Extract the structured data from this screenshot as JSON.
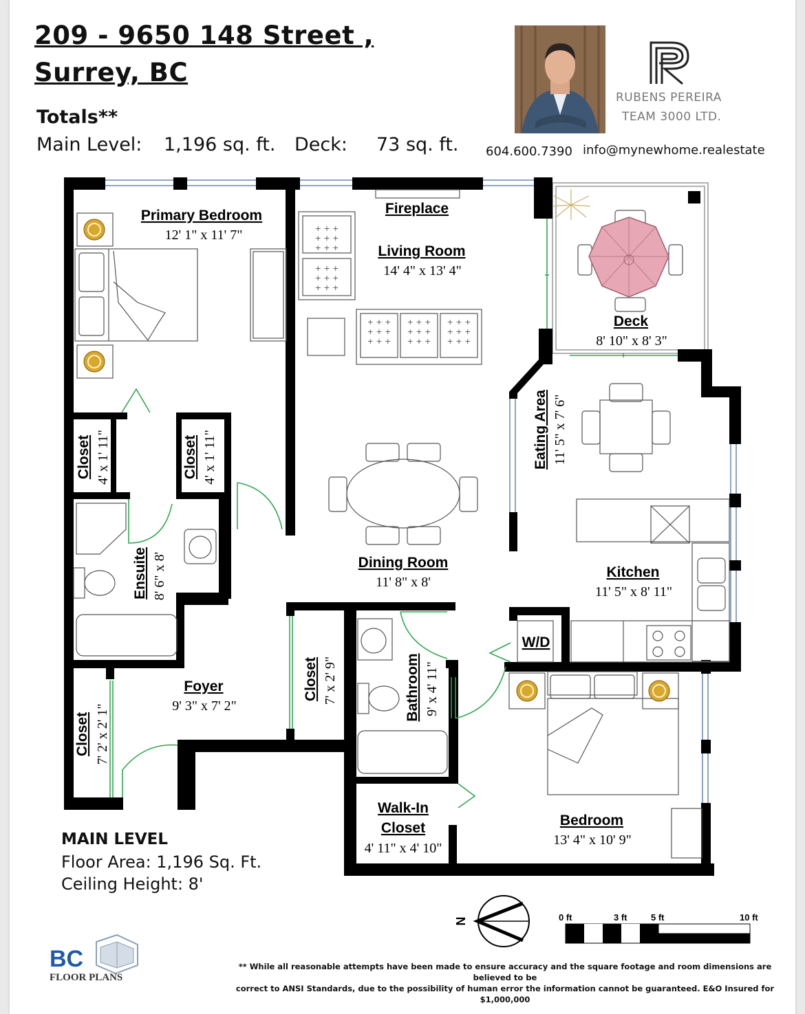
{
  "header": {
    "address_line1": "209 - 9650 148 Street ,",
    "address_line2": "Surrey, BC",
    "totals_label": "Totals**",
    "main_level_label": "Main Level:",
    "main_level_value": "1,196 sq. ft.",
    "deck_label": "Deck:",
    "deck_value": "73 sq. ft."
  },
  "agent": {
    "logo_icon": "r-monogram-icon",
    "name": "RUBENS PEREIRA",
    "company": "TEAM 3000 LTD.",
    "phone": "604.600.7390",
    "email": "info@mynewhome.realestate"
  },
  "rooms": {
    "fireplace": {
      "name": "Fireplace"
    },
    "primary_bedroom": {
      "name": "Primary Bedroom",
      "dims": "12' 1\" x 11' 7\""
    },
    "living_room": {
      "name": "Living Room",
      "dims": "14' 4\" x 13' 4\""
    },
    "deck": {
      "name": "Deck",
      "dims": "8' 10\" x 8' 3\""
    },
    "eating_area": {
      "name": "Eating Area",
      "dims": "11' 5\" x 7' 6\""
    },
    "closet_left": {
      "name": "Closet",
      "dims": "4' x 1' 11\""
    },
    "closet_right": {
      "name": "Closet",
      "dims": "4' x 1' 11\""
    },
    "ensuite": {
      "name": "Ensuite",
      "dims": "8' 6\" x 8'"
    },
    "dining_room": {
      "name": "Dining Room",
      "dims": "11' 8\" x 8'"
    },
    "kitchen": {
      "name": "Kitchen",
      "dims": "11' 5\" x 8' 11\""
    },
    "wd": {
      "name": "W/D"
    },
    "foyer": {
      "name": "Foyer",
      "dims": "9' 3\" x 7' 2\""
    },
    "foyer_closet": {
      "name": "Closet",
      "dims": "7' 2' x 2' 1\""
    },
    "hall_closet": {
      "name": "Closet",
      "dims": "7' x 2' 9\""
    },
    "bathroom": {
      "name": "Bathroom",
      "dims": "9' x 4' 11\""
    },
    "walkin_closet": {
      "name_line1": "Walk-In",
      "name_line2": "Closet",
      "dims": "4' 11\" x 4' 10\""
    },
    "bedroom": {
      "name": "Bedroom",
      "dims": "13' 4\" x 10' 9\""
    }
  },
  "level_info": {
    "title": "MAIN LEVEL",
    "floor_area": "Floor Area: 1,196 Sq. Ft.",
    "ceiling_height": "Ceiling Height: 8'"
  },
  "compass": {
    "north_label": "N",
    "icon": "north-arrow-icon"
  },
  "scale_bar": {
    "labels": [
      "0 ft",
      "3 ft",
      "5 ft",
      "10 ft"
    ]
  },
  "brand": {
    "mark": "BC",
    "name": "FLOOR PLANS",
    "icon": "house-model-icon"
  },
  "disclaimer": {
    "line1": "** While all reasonable attempts have been made to ensure accuracy and the square footage and room dimensions are believed to be",
    "line2": "correct to ANSI Standards, due to the possibility of human error the information cannot be guaranteed. E&O Insured for $1,000,000"
  },
  "colors": {
    "wall": "#000000",
    "window": "#8fa3c8",
    "door": "#2fa84f",
    "table_top": "#e8a7b4",
    "fixture_gold": "#d9a72c"
  }
}
